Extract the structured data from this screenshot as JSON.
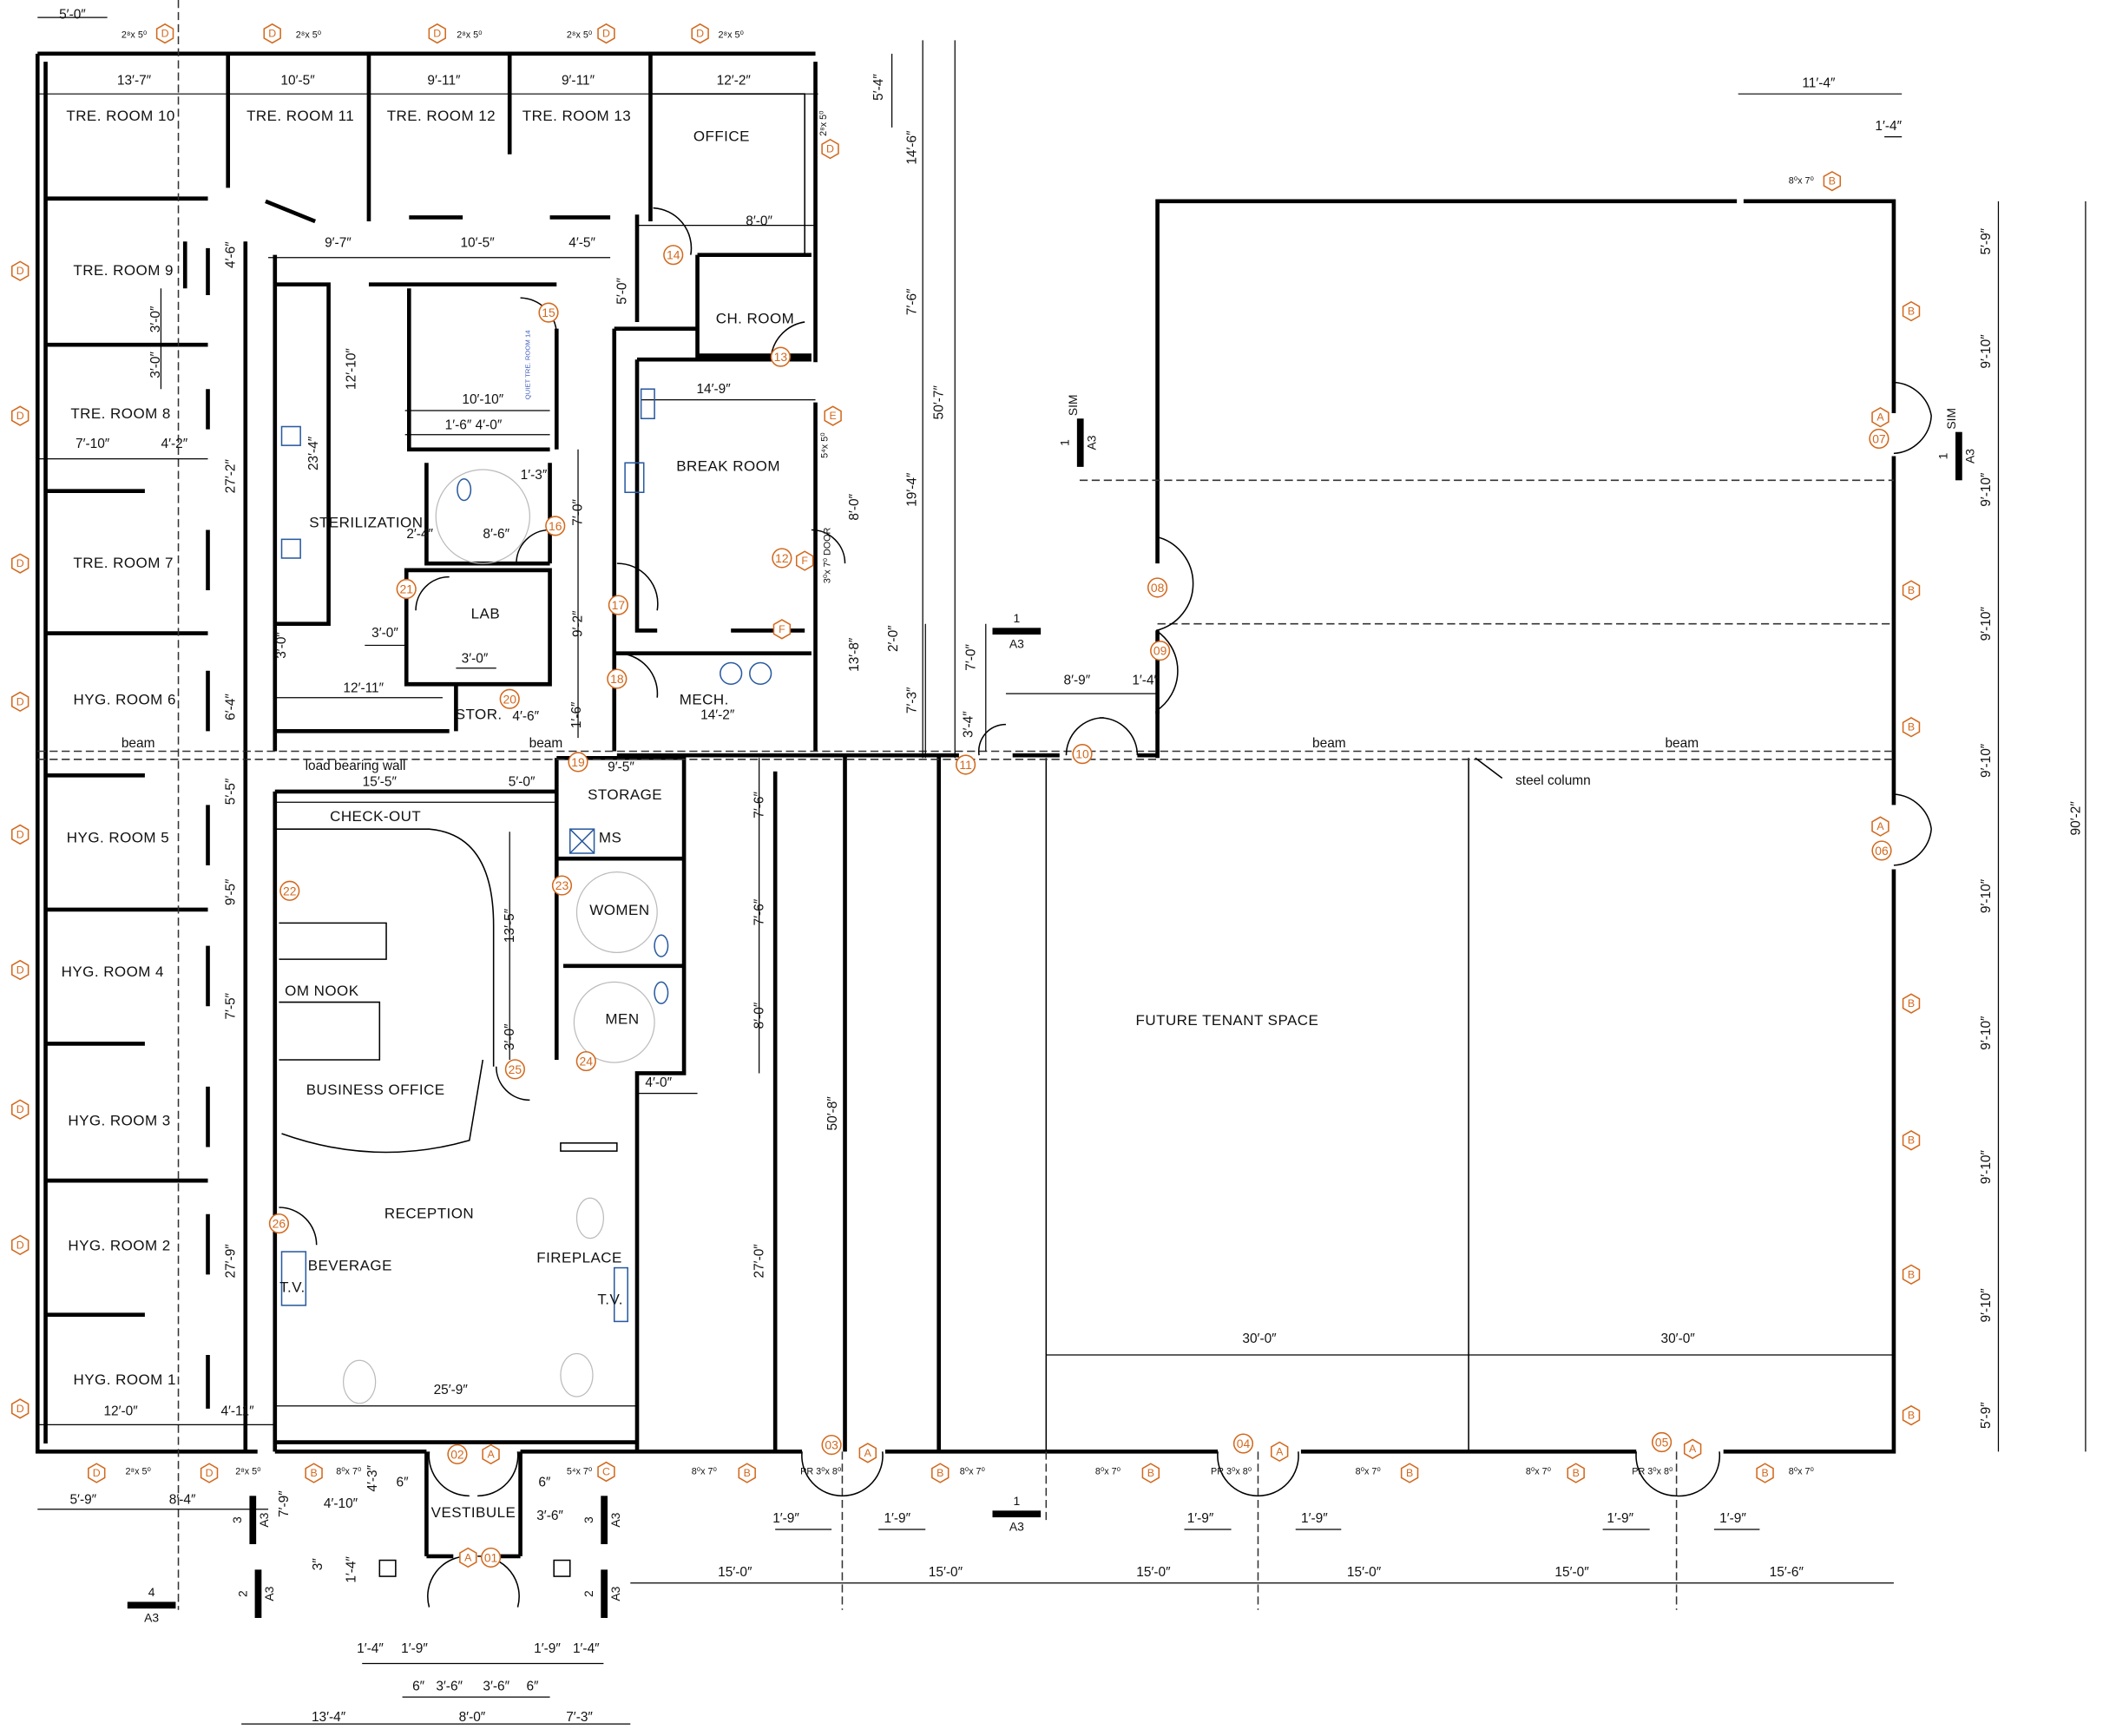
{
  "rooms": [
    "TRE. ROOM 10",
    "TRE. ROOM 11",
    "TRE. ROOM 12",
    "TRE. ROOM 13",
    "OFFICE",
    "TRE. ROOM 9",
    "CH. ROOM",
    "TRE. ROOM 8",
    "BREAK ROOM",
    "STERILIZATION",
    "TRE. ROOM 7",
    "LAB",
    "HYG. ROOM 6",
    "MECH.",
    "STOR.",
    "STORAGE",
    "CHECK-OUT",
    "MS",
    "HYG. ROOM 5",
    "WOMEN",
    "HYG. ROOM 4",
    "OM NOOK",
    "MEN",
    "FUTURE TENANT SPACE",
    "BUSINESS OFFICE",
    "HYG. ROOM 3",
    "RECEPTION",
    "FIREPLACE",
    "HYG. ROOM 2",
    "BEVERAGE",
    "T.V.",
    "T.V.",
    "HYG. ROOM 1",
    "VESTIBULE"
  ],
  "annotations": [
    "beam",
    "beam",
    "beam",
    "beam",
    "load bearing wall",
    "steel column",
    "QUIET TRE. ROOM 14"
  ],
  "dimensions": {
    "horizontal": [
      "5′-0″",
      "13′-7″",
      "10′-5″",
      "9′-11″",
      "9′-11″",
      "12′-2″",
      "11′-4″",
      "1′-4″",
      "8′-0″",
      "9′-7″",
      "10′-5″",
      "4′-5″",
      "14′-9″",
      "10′-10″",
      "1′-6″ 4′-0″",
      "8′-6″",
      "2′-4″",
      "1′-3″",
      "7′-10″",
      "4′-2″",
      "3′-0″",
      "3′-0″",
      "12′-11″",
      "8′-9″",
      "1′-4″",
      "4′-6″",
      "14′-2″",
      "9′-5″",
      "15′-5″",
      "5′-0″",
      "4′-0″",
      "30′-0″",
      "30′-0″",
      "25′-9″",
      "12′-0″",
      "4′-11″",
      "5′-9″",
      "8′-4″",
      "4′-10″",
      "3′-6″",
      "6″",
      "6″",
      "1′-9″",
      "1′-9″",
      "1′-9″",
      "1′-9″",
      "1′-9″",
      "1′-9″",
      "15′-0″",
      "15′-0″",
      "15′-0″",
      "15′-0″",
      "15′-0″",
      "15′-6″",
      "1′-4″",
      "1′-9″",
      "1′-9″",
      "1′-4″",
      "6″",
      "3′-6″",
      "3′-6″",
      "6″",
      "13′-4″",
      "8′-0″",
      "7′-3″"
    ],
    "vertical": [
      "5′-4″",
      "14′-6″",
      "7′-6″",
      "50′-7″",
      "19′-4″",
      "8′-0″",
      "2′-0″",
      "7′-0″",
      "13′-8″",
      "7′-3″",
      "3′-4″",
      "4′-6″",
      "5′-0″",
      "12′-10″",
      "23′-4″",
      "27′-2″",
      "3′-0″",
      "3′-0″",
      "7′-0″",
      "9′-2″",
      "3′-0″",
      "6′-4″",
      "1′-6″",
      "5′-5″",
      "9′-5″",
      "7′-5″",
      "27′-9″",
      "13′-5″",
      "3′-0″",
      "7′-6″",
      "7′-6″",
      "8′-0″",
      "50′-8″",
      "27′-0″",
      "5′-9″",
      "9′-10″",
      "9′-10″",
      "9′-10″",
      "9′-10″",
      "9′-10″",
      "9′-10″",
      "9′-10″",
      "9′-10″",
      "5′-9″",
      "90′-2″",
      "7′-9″",
      "4′-3″",
      "3″",
      "1′-4″"
    ]
  },
  "door_tags": [
    "01",
    "02",
    "03",
    "04",
    "05",
    "06",
    "07",
    "08",
    "09",
    "10",
    "11",
    "12",
    "13",
    "14",
    "15",
    "16",
    "17",
    "18",
    "19",
    "20",
    "21",
    "22",
    "23",
    "24",
    "25",
    "26"
  ],
  "window_tags": [
    "D",
    "D",
    "D",
    "D",
    "D",
    "D",
    "D",
    "D",
    "D",
    "D",
    "D",
    "D",
    "D",
    "D",
    "D",
    "D",
    "D",
    "B",
    "B",
    "B",
    "B",
    "B",
    "B",
    "B",
    "A",
    "A",
    "A",
    "A",
    "A",
    "A",
    "A",
    "C",
    "E",
    "F",
    "F",
    "B",
    "B",
    "B",
    "B",
    "B",
    "B",
    "B",
    "B"
  ],
  "window_sizes": [
    "2⁸x 5⁰",
    "2⁸x 5⁰",
    "2⁸x 5⁰",
    "2⁸x 5⁰",
    "2⁸x 5⁰",
    "2⁸x 5⁰",
    "2⁸x 5⁰",
    "8⁰x 7⁰",
    "5⁴x 7⁰",
    "8⁰x 7⁰",
    "PR 3⁰x 8⁰",
    "8⁰x 7⁰",
    "8⁰x 7⁰",
    "PR 3⁰x 8⁰",
    "8⁰x 7⁰",
    "8⁰x 7⁰",
    "PR 3⁰x 8⁰",
    "8⁰x 7⁰",
    "8⁰x 7⁰",
    "2⁸x 5⁰",
    "5⁴x 5⁰",
    "3⁰x 7⁰ DOOR"
  ],
  "section_markers": [
    {
      "num": "1",
      "sheet": "A3"
    },
    {
      "num": "1",
      "sheet": "A3"
    },
    {
      "num": "1",
      "sheet": "A3",
      "prefix": "SIM"
    },
    {
      "num": "1",
      "sheet": "A3",
      "prefix": "SIM"
    },
    {
      "num": "4",
      "sheet": "A3"
    },
    {
      "num": "3",
      "sheet": "A3"
    },
    {
      "num": "3",
      "sheet": "A3"
    },
    {
      "num": "2",
      "sheet": "A3"
    },
    {
      "num": "2",
      "sheet": "A3"
    }
  ],
  "colors": {
    "tag": "#d2691e",
    "fixture": "#2a5aa0",
    "wall": "#000000"
  }
}
